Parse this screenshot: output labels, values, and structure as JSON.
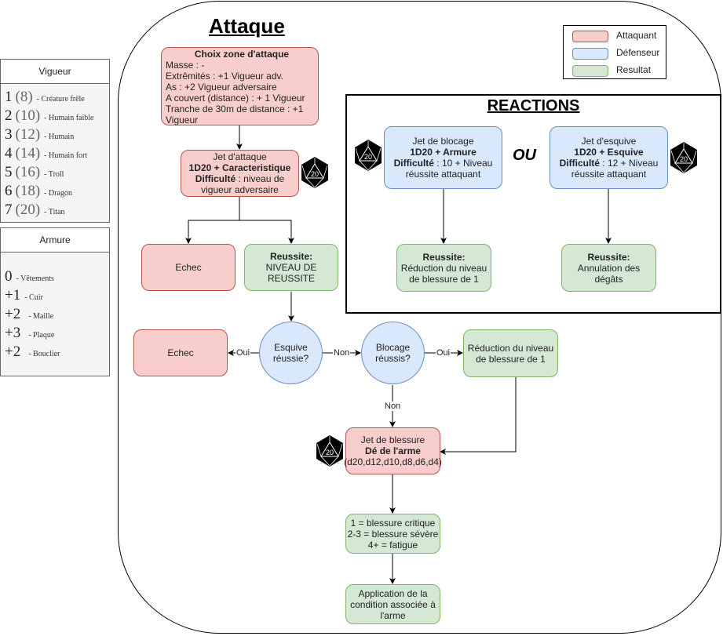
{
  "title": "Attaque",
  "legend": [
    {
      "label": "Attaquant",
      "fill": "#f8cecc",
      "stroke": "#b85450"
    },
    {
      "label": "Défenseur",
      "fill": "#dae8fc",
      "stroke": "#6c8ebf"
    },
    {
      "label": "Resultat",
      "fill": "#d5e8d4",
      "stroke": "#82b366"
    }
  ],
  "vigueur": {
    "header": "Vigueur",
    "rows": [
      {
        "num": "1",
        "value": "(8)",
        "label": "- Créature frêle"
      },
      {
        "num": "2",
        "value": "(10)",
        "label": "- Humain faible"
      },
      {
        "num": "3",
        "value": "(12)",
        "label": "- Humain"
      },
      {
        "num": "4",
        "value": "(14)",
        "label": "- Humain fort"
      },
      {
        "num": "5",
        "value": "(16)",
        "label": "- Troll"
      },
      {
        "num": "6",
        "value": "(18)",
        "label": "- Dragon"
      },
      {
        "num": "7",
        "value": "(20)",
        "label": "- Titan"
      }
    ]
  },
  "armure": {
    "header": "Armure",
    "rows": [
      {
        "num": "0",
        "label": "- Vêtements"
      },
      {
        "num": "+1",
        "label": "- Cuir"
      },
      {
        "num": "+2",
        "label": "- Maille"
      },
      {
        "num": "+3",
        "label": "- Plaque"
      },
      {
        "num": "+2",
        "label": "- Bouclier"
      }
    ]
  },
  "nodes": {
    "zone": {
      "title": "Choix zone d'attaque",
      "lines": [
        "Masse : -",
        "Extrêmités : +1 Vigueur adv.",
        "As : +2 Vigueur adversaire",
        "A couvert (distance) : + 1 Vigueur",
        "Tranche de 30m de distance : +1 Vigueur"
      ]
    },
    "attack_roll": {
      "line1": "Jet d'attaque",
      "line2": "1D20 + Caracteristique",
      "line3_bold": "Difficulté",
      "line3_rest": " : niveau de vigueur adversaire"
    },
    "fail1": {
      "text": "Echec"
    },
    "success": {
      "bold": "Reussite:",
      "text": "NIVEAU DE REUSSITE"
    },
    "fail2": {
      "text": "Echec"
    },
    "dodge_q": {
      "text": "Esquive réussie?"
    },
    "block_q": {
      "text": "Blocage réussis?"
    },
    "reduce": {
      "text": "Réduction du niveau de blessure de 1"
    },
    "wound_roll": {
      "line1": "Jet de blessure",
      "line2": "Dé de l'arme",
      "line3": "(d20,d12,d10,d8,d6,d4)"
    },
    "wound_table": {
      "lines": [
        "1 = blessure critique",
        "2-3 = blessure sévère",
        "4+ = fatigue"
      ]
    },
    "apply": {
      "text": "Application de la condition associée à l'arme"
    }
  },
  "reactions": {
    "title": "REACTIONS",
    "or_label": "OU",
    "block": {
      "line1": "Jet de blocage",
      "line2": "1D20 + Armure",
      "line3_bold": "Difficulté",
      "line3_rest": " : 10 + Niveau réussite attaquant"
    },
    "dodge": {
      "line1": "Jet d'esquive",
      "line2": "1D20 + Esquive",
      "line3_bold": "Difficulté",
      "line3_rest": " : 12 + Niveau réussite attaquant"
    },
    "block_result": {
      "bold": "Reussite:",
      "text": "Réduction du niveau de blessure de 1"
    },
    "dodge_result": {
      "bold": "Reussite:",
      "text": "Annulation des dégâts"
    }
  },
  "edge_labels": {
    "oui1": "Oui",
    "non1": "Non",
    "oui2": "Oui",
    "non2": "Non"
  },
  "die_label": "20"
}
